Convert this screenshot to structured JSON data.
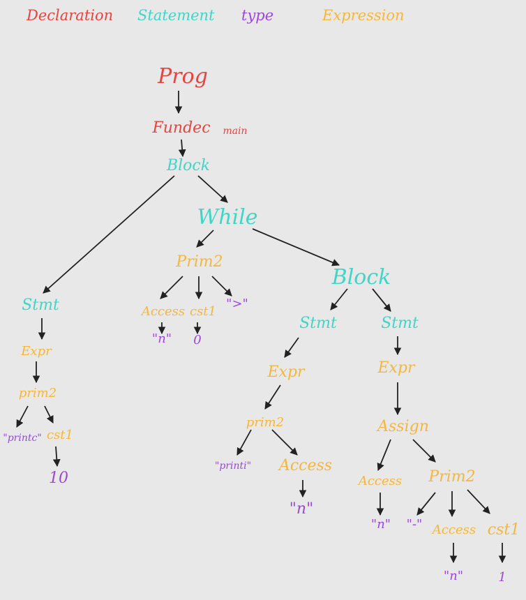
{
  "colors": {
    "decl": "#e8433f",
    "stmt": "#3fd6c6",
    "type": "#9b47d9",
    "expr": "#f5b73b",
    "edge": "#222222"
  },
  "legend": {
    "declaration": "Declaration",
    "statement": "Statement",
    "type": "type",
    "expression": "Expression"
  },
  "nodes": {
    "prog": "Prog",
    "fundec": "Fundec",
    "main": "main",
    "block_root": "Block",
    "while": "While",
    "stmt_left": "Stmt",
    "expr_left": "Expr",
    "prim2_left": "prim2",
    "printc_left": "\"printc\"",
    "cst_left": "cst1",
    "ten": "10",
    "prim2_cond": "Prim2",
    "access_cond": "Access",
    "cst_cond": "cst1",
    "gt": "\">\"",
    "n_cond": "\"n\"",
    "zero": "0",
    "block_inner": "Block",
    "stmt_mid": "Stmt",
    "stmt_right": "Stmt",
    "expr_mid": "Expr",
    "expr_right": "Expr",
    "prim2_mid": "prim2",
    "printi": "\"printi\"",
    "access_mid": "Access",
    "n_mid": "\"n\"",
    "assign": "Assign",
    "access_assign": "Access",
    "n_assign": "\"n\"",
    "prim2_right": "Prim2",
    "minus": "\"-\"",
    "access_right": "Access",
    "cst_right": "cst1",
    "n_right": "\"n\"",
    "one": "1"
  }
}
